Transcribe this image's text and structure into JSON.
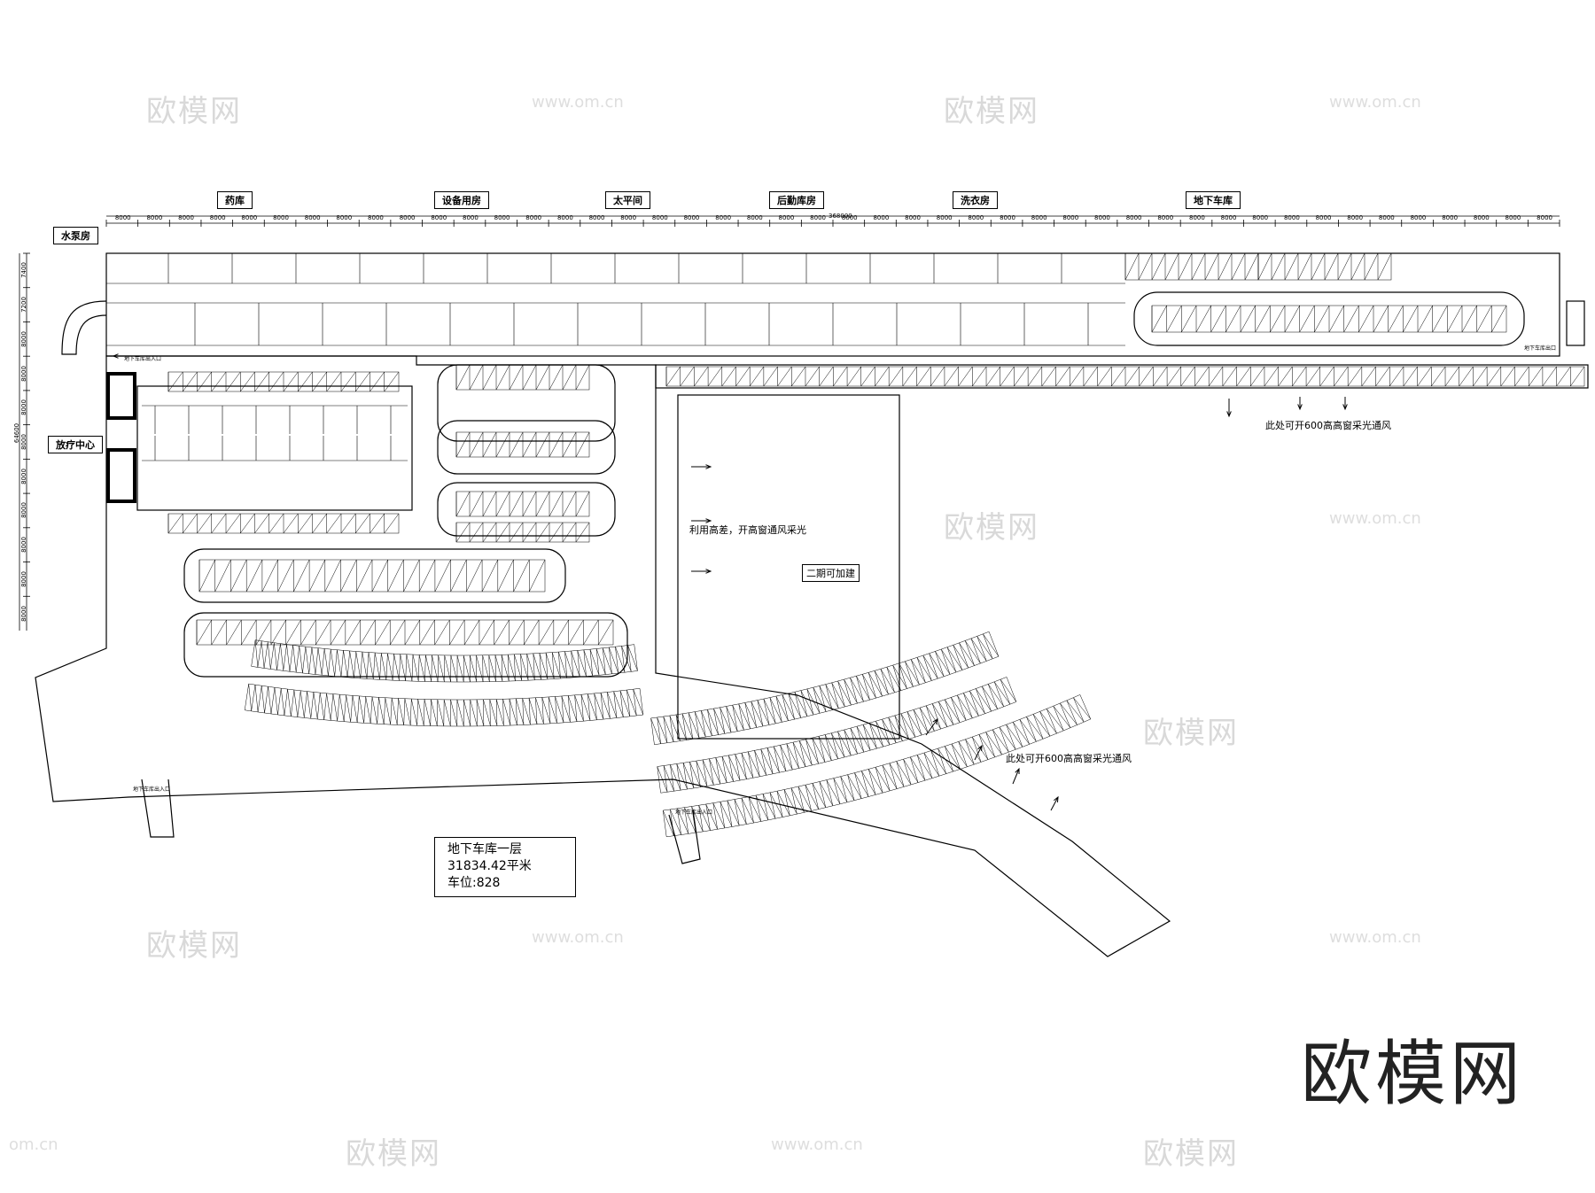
{
  "header_tags": [
    "药库",
    "设备用房",
    "太平间",
    "后勤库房",
    "洗衣房",
    "地下车库"
  ],
  "side_tags": {
    "pump_room": "水泵房",
    "radiotherapy": "放疗中心"
  },
  "dimension_total": "368000",
  "dimensions_top": [
    "8000",
    "8000",
    "8000",
    "8000",
    "8000",
    "8000",
    "8000",
    "8000",
    "8000",
    "8000",
    "8000",
    "8000",
    "8000",
    "8000",
    "8000",
    "8000",
    "8000",
    "8000",
    "8000",
    "8000",
    "8000",
    "8000",
    "8000",
    "8000",
    "8000",
    "8000",
    "8000",
    "8000",
    "8000",
    "8000",
    "8000",
    "8000",
    "8000",
    "8000",
    "8000",
    "8000",
    "8000",
    "8000",
    "8000",
    "8000",
    "8000",
    "8000",
    "8000",
    "8000",
    "8000",
    "8000"
  ],
  "dimension_left_total": "64600",
  "dimensions_left": [
    "7400",
    "7200",
    "8000",
    "8000",
    "8000",
    "8000",
    "8000",
    "8000",
    "8000",
    "8000",
    "8000"
  ],
  "notes": {
    "skylight_top": "此处可开600高高窗采光通风",
    "skylight_bottom": "此处可开600高高窗采光通风",
    "high_window": "利用高差，开高窗通风采光",
    "phase_two": "二期可加建",
    "entrance_top": "地下车库出入口",
    "entrance_right": "地下车库出口",
    "entrance_bottom_left": "地下车库出入口",
    "entrance_bottom_mid": "地下车库出入口"
  },
  "summary": {
    "title": "地下车库一层",
    "area": "31834.42平米",
    "spaces": "车位:828"
  },
  "watermark": {
    "brand": "欧模网",
    "url": "www.om.cn",
    "corner_url": "om.cn"
  },
  "colors": {
    "line": "#000000",
    "watermark": "#d9d9d9"
  }
}
